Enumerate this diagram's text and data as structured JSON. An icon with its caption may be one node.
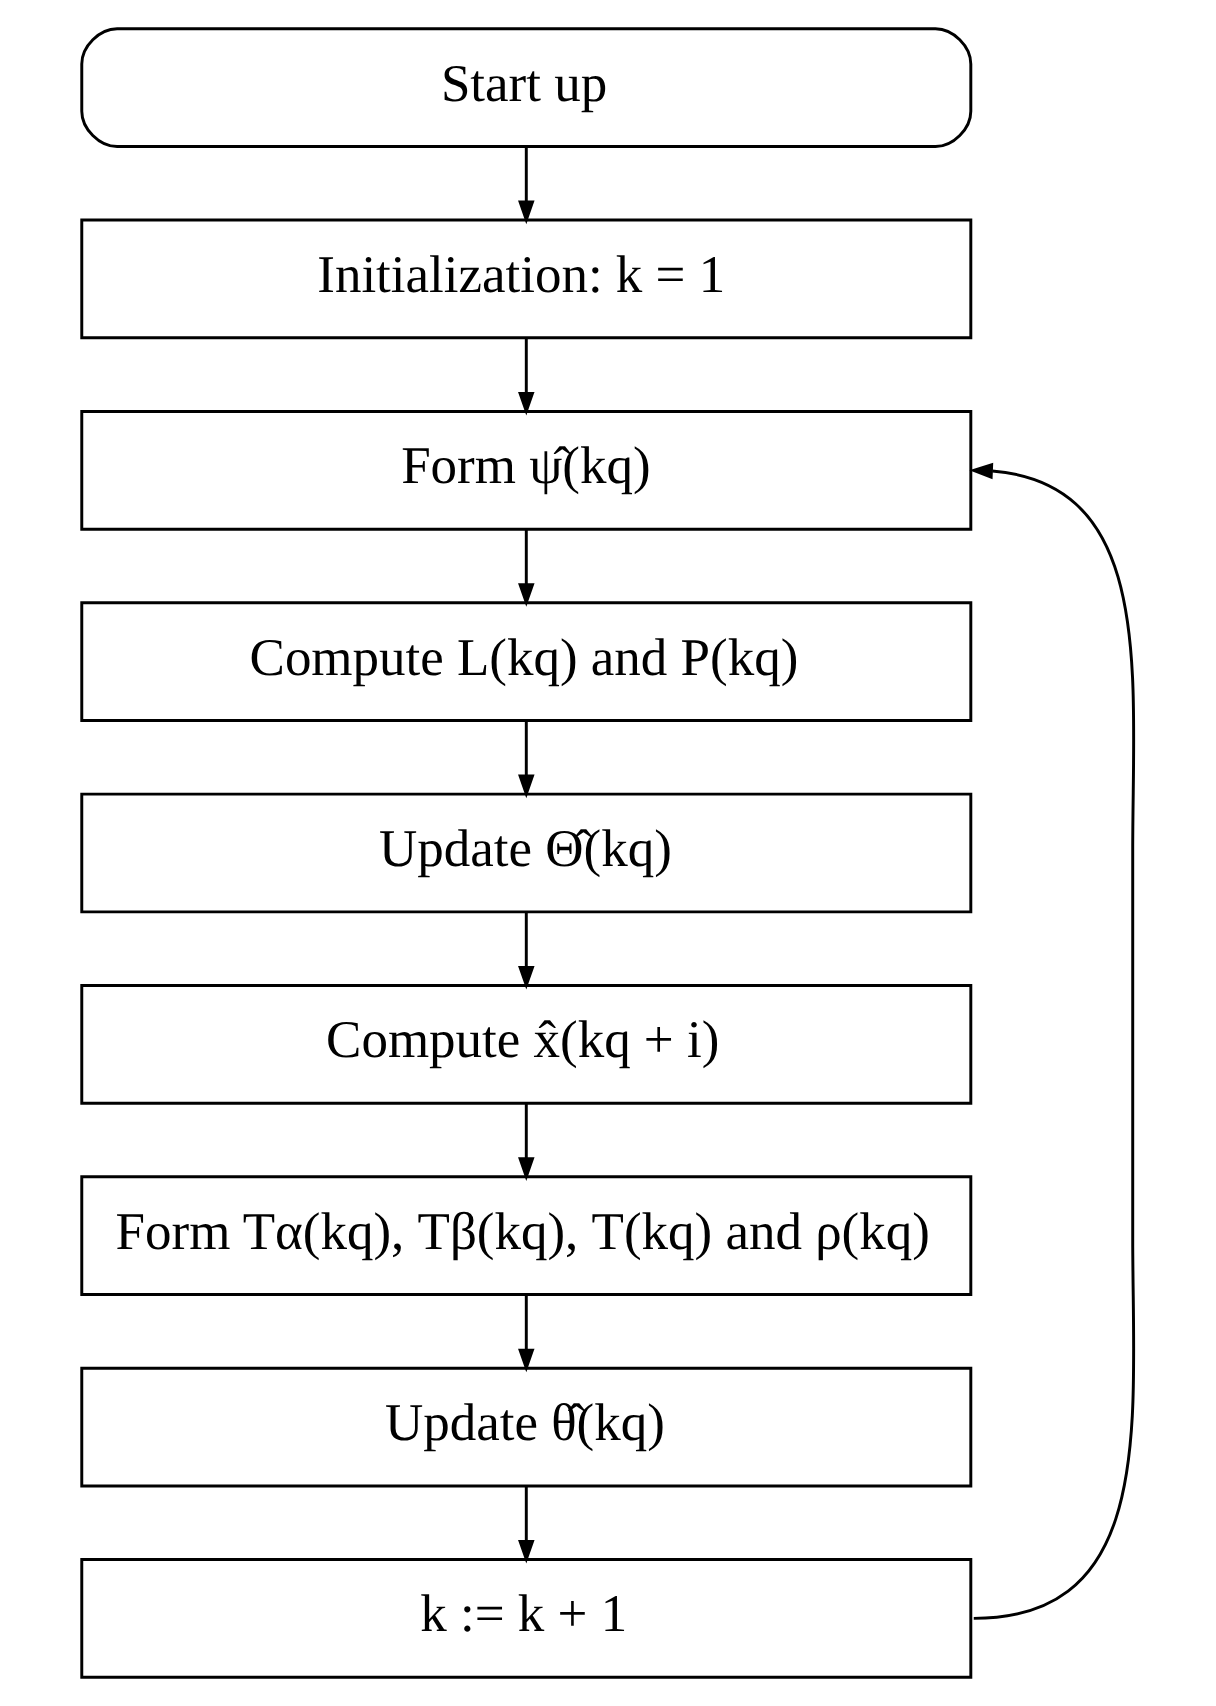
{
  "diagram": {
    "nodes": [
      {
        "text": [
          "Start up"
        ]
      },
      {
        "text": [
          "Initialization: k = 1"
        ]
      },
      {
        "text": [
          "Form ψ̂(kq)"
        ]
      },
      {
        "text": [
          "Compute L(kq) and P(kq)"
        ]
      },
      {
        "text": [
          "Update Θ̂(kq)"
        ]
      },
      {
        "text": [
          "Compute x̂(kq + i)"
        ]
      },
      {
        "text": [
          "Form Tα(kq), Tβ(kq), T(kq) and ρ(kq)"
        ]
      },
      {
        "text": [
          "Update θ̂(kq)"
        ]
      },
      {
        "text": [
          "k := k + 1"
        ]
      }
    ],
    "edges": [
      {
        "from": 0,
        "to": 1,
        "arrow": "to"
      },
      {
        "from": 1,
        "to": 2,
        "arrow": "to"
      },
      {
        "from": 2,
        "to": 3,
        "arrow": "to"
      },
      {
        "from": 3,
        "to": 4,
        "arrow": "to"
      },
      {
        "from": 4,
        "to": 5,
        "arrow": "to"
      },
      {
        "from": 5,
        "to": 6,
        "arrow": "to"
      },
      {
        "from": 6,
        "to": 7,
        "arrow": "to"
      },
      {
        "from": 7,
        "to": 8,
        "arrow": "to"
      },
      {
        "from": 8,
        "to": 2,
        "arrow": "to"
      }
    ]
  }
}
